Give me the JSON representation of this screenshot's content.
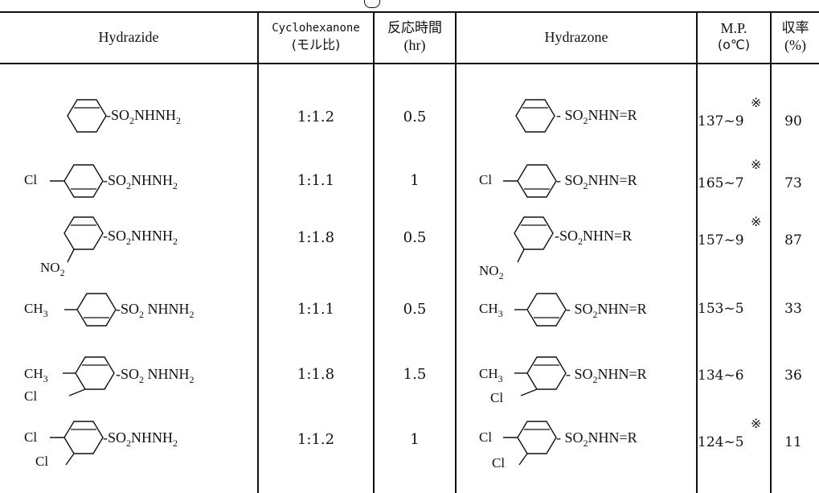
{
  "headers": {
    "hydrazide": "Hydrazide",
    "cyclohexanone": "Cyclohexanone",
    "mole_ratio": "(モル比)",
    "reaction_time": "反応時間",
    "hr": "(hr)",
    "hydrazone": "Hydrazone",
    "mp": "M.P.",
    "mp_unit": "(o℃)",
    "yield": "収率",
    "yield_unit": "(%)"
  },
  "rows": [
    {
      "ratio": "1:1.2",
      "time": "0.5",
      "mp": "137~9",
      "mp_mark": "※",
      "yield": "90"
    },
    {
      "ratio": "1:1.1",
      "time": "1",
      "mp": "165~7",
      "mp_mark": "※",
      "yield": "73"
    },
    {
      "ratio": "1:1.8",
      "time": "0.5",
      "mp": "157~9",
      "mp_mark": "※",
      "yield": "87"
    },
    {
      "ratio": "1:1.1",
      "time": "0.5",
      "mp": "153~5",
      "mp_mark": "",
      "yield": "33"
    },
    {
      "ratio": "1:1.8",
      "time": "1.5",
      "mp": "134~6",
      "mp_mark": "",
      "yield": "36"
    },
    {
      "ratio": "1:1.2",
      "time": "1",
      "mp": "124~5",
      "mp_mark": "※",
      "yield": "11"
    }
  ],
  "labels": {
    "so2nhnh2_a": "-SO",
    "so2nhnh2_b": "NHNH",
    "so2nhn_a": "SO",
    "so2nhn_b": "NHN=R",
    "cl": "Cl",
    "no2": "NO",
    "ch3": "CH"
  }
}
